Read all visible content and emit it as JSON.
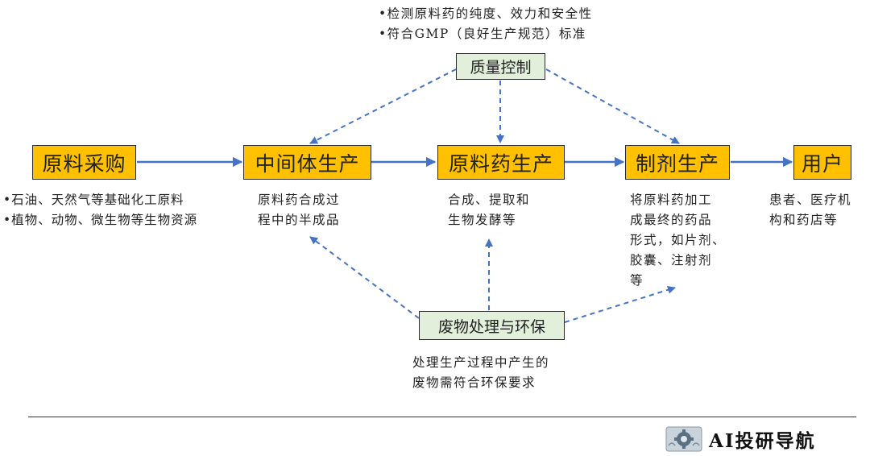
{
  "nodes": {
    "raw_purchase": "原料采购",
    "intermediate": "中间体生产",
    "api_production": "原料药生产",
    "formulation": "制剂生产",
    "user": "用户",
    "quality_control": "质量控制",
    "waste": "废物处理与环保"
  },
  "notes": {
    "quality_control": [
      "•检测原料药的纯度、效力和安全性",
      "•符合GMP（良好生产规范）标准"
    ],
    "raw_purchase": [
      "•石油、天然气等基础化工原料",
      "•植物、动物、微生物等生物资源"
    ],
    "intermediate": [
      "原料药合成过",
      "程中的半成品"
    ],
    "api_production": [
      "合成、提取和",
      "生物发酵等"
    ],
    "formulation": [
      "将原料药加工",
      "成最终的药品",
      "形式，如片剂、",
      "胶囊、注射剂",
      "等"
    ],
    "user": [
      "患者、医疗机",
      "构和药店等"
    ],
    "waste": [
      "处理生产过程中产生的",
      "废物需符合环保要求"
    ]
  },
  "brand": {
    "name": "AI投研导航",
    "logo_icon": "gear-brain-logo-icon"
  },
  "colors": {
    "main_box": "#ffc000",
    "aux_box": "#e2efda",
    "arrow": "#4472c4"
  }
}
